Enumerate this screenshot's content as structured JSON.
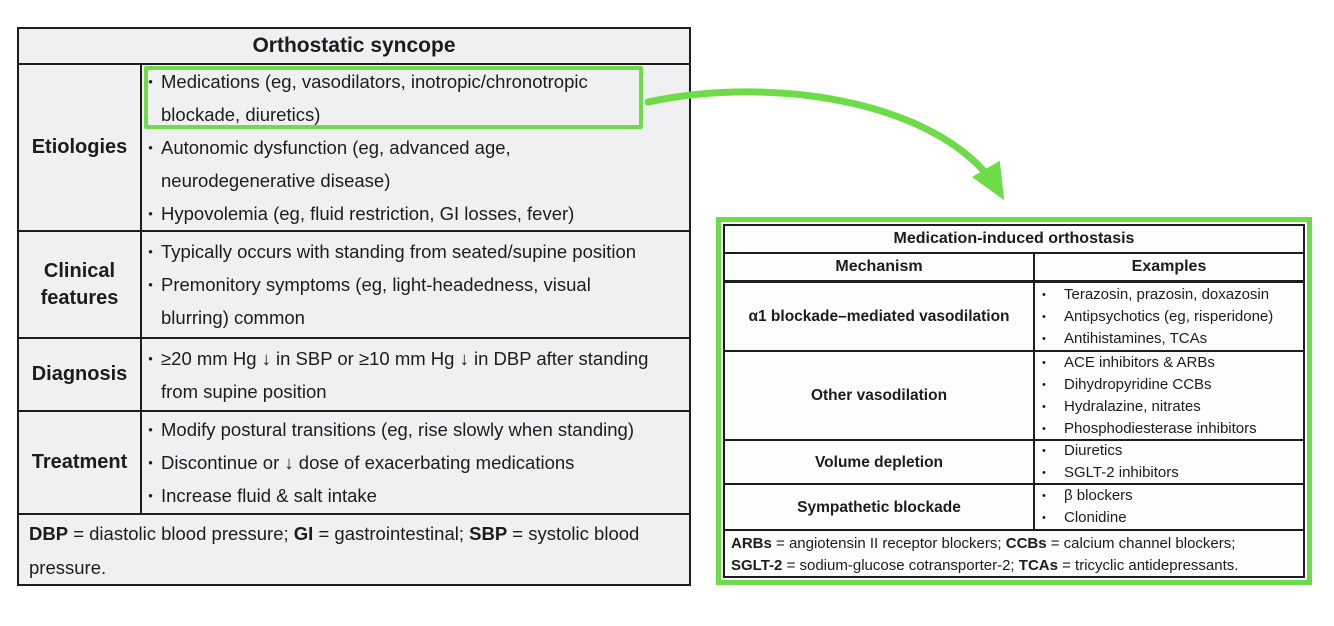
{
  "colors": {
    "highlight_green": "#6edc48",
    "table_line": "#1d1d1f",
    "left_bg": "#f0f0f2",
    "right_bg": "#fdfdfe"
  },
  "glyphs": {
    "bullet": "•"
  },
  "left_table": {
    "title": "Orthostatic syncope",
    "rows": [
      {
        "label": "Etiologies",
        "bullets": [
          "Medications (eg, vasodilators, inotropic/chronotropic\nblockade, diuretics)",
          "Autonomic dysfunction (eg, advanced age,\nneurodegenerative disease)",
          "Hypovolemia (eg, fluid restriction, GI losses, fever)"
        ],
        "highlighted_bullet": 0
      },
      {
        "label": "Clinical features",
        "bullets": [
          "Typically occurs with standing from seated/supine position",
          "Premonitory symptoms (eg, light-headedness, visual\nblurring) common"
        ]
      },
      {
        "label": "Diagnosis",
        "bullets": [
          "≥20 mm Hg ↓ in SBP or ≥10 mm Hg ↓ in DBP after standing\nfrom supine position"
        ]
      },
      {
        "label": "Treatment",
        "bullets": [
          "Modify postural transitions (eg, rise slowly when standing)",
          "Discontinue or ↓ dose of exacerbating medications",
          "Increase fluid & salt intake"
        ]
      }
    ],
    "footnote_segments": [
      {
        "b": "DBP"
      },
      {
        "t": " = diastolic blood pressure; "
      },
      {
        "b": "GI"
      },
      {
        "t": " = gastrointestinal; "
      },
      {
        "b": "SBP"
      },
      {
        "t": " = systolic blood\npressure."
      }
    ]
  },
  "right_table": {
    "title": "Medication-induced orthostasis",
    "columns": [
      "Mechanism",
      "Examples"
    ],
    "rows": [
      {
        "mechanism": "α1 blockade–mediated vasodilation",
        "examples": [
          "Terazosin, prazosin, doxazosin",
          "Antipsychotics (eg, risperidone)",
          "Antihistamines, TCAs"
        ]
      },
      {
        "mechanism": "Other vasodilation",
        "examples": [
          "ACE inhibitors & ARBs",
          "Dihydropyridine CCBs",
          "Hydralazine, nitrates",
          "Phosphodiesterase inhibitors"
        ]
      },
      {
        "mechanism": "Volume depletion",
        "examples": [
          "Diuretics",
          "SGLT-2 inhibitors"
        ]
      },
      {
        "mechanism": "Sympathetic blockade",
        "examples": [
          "β blockers",
          "Clonidine"
        ]
      }
    ],
    "footnote_segments": [
      {
        "b": "ARBs"
      },
      {
        "t": " = angiotensin II receptor blockers; "
      },
      {
        "b": "CCBs"
      },
      {
        "t": " = calcium channel blockers;\n"
      },
      {
        "b": "SGLT-2"
      },
      {
        "t": " = sodium-glucose cotransporter-2; "
      },
      {
        "b": "TCAs"
      },
      {
        "t": " = tricyclic antidepressants."
      }
    ]
  }
}
